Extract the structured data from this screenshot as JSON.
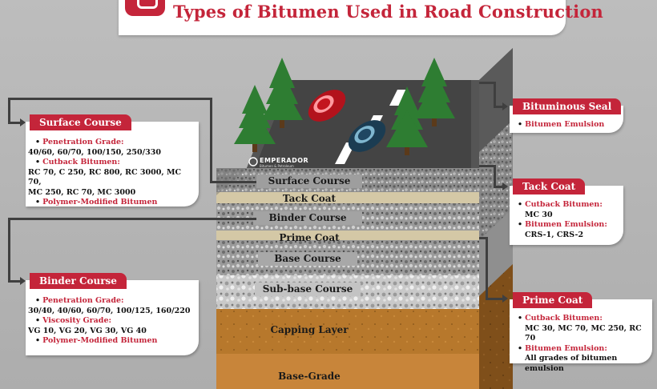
{
  "header": {
    "title": "Types of Bitumen Used in Road Construction"
  },
  "brand": {
    "name": "EMPERADOR",
    "tagline": "Bitumen & Petroleum"
  },
  "layers": {
    "surface_course": "Surface Course",
    "tack_coat": "Tack Coat",
    "binder_course": "Binder Course",
    "prime_coat": "Prime Coat",
    "base_course": "Base Course",
    "subbase_course": "Sub-base Course",
    "capping_layer": "Capping Layer",
    "base_grade": "Base-Grade"
  },
  "callouts": {
    "surface": {
      "title": "Surface Course",
      "pen_label": "Penetration Grade:",
      "pen_values": "40/60, 60/70, 100/150, 250/330",
      "cut_label": "Cutback Bitumen:",
      "cut_values_1": "RC 70, C 250, RC 800, RC 3000, MC 70,",
      "cut_values_2": "MC 250, RC 70, MC 3000",
      "pmb": "Polymer-Modified Bitumen"
    },
    "binder": {
      "title": "Binder Course",
      "pen_label": "Penetration Grade:",
      "pen_values": "30/40, 40/60, 60/70, 100/125, 160/220",
      "vis_label": "Viscosity Grade:",
      "vis_values": "VG 10, VG 20, VG 30, VG 40",
      "pmb": "Polymer-Modified Bitumen"
    },
    "seal": {
      "title": "Bituminous Seal",
      "item": "Bitumen Emulsion"
    },
    "tack": {
      "title": "Tack Coat",
      "cut_label": "Cutback Bitumen:",
      "cut_values": "MC 30",
      "emu_label": "Bitumen Emulsion:",
      "emu_values": "CRS-1, CRS-2"
    },
    "prime": {
      "title": "Prime Coat",
      "cut_label": "Cutback Bitumen:",
      "cut_values": "MC 30, MC 70, MC 250, RC 70",
      "emu_label": "Bitumen Emulsion:",
      "emu_values": "All grades of bitumen emulsion"
    }
  },
  "colors": {
    "accent": "#c4253a",
    "background": "#b3b3b3",
    "connector": "#3f3f3f"
  }
}
